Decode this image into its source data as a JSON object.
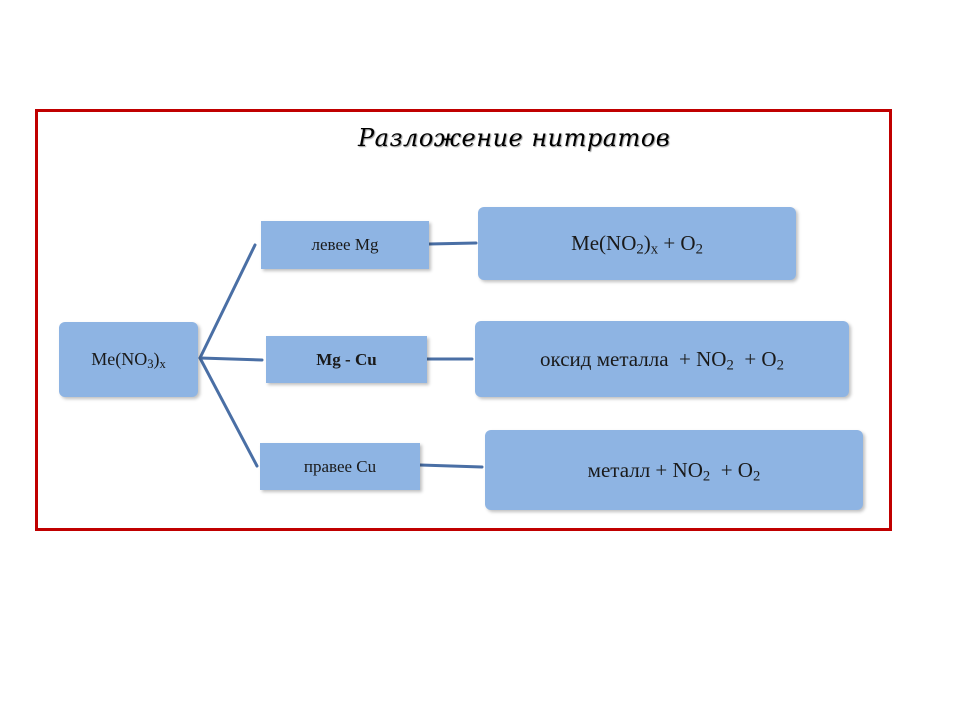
{
  "title": "Разложение нитратов",
  "root": {
    "prefix": "Me(NO",
    "sub1": "3",
    "mid": ")",
    "sub2": "x"
  },
  "branches": [
    {
      "condition": "левее Mg",
      "result": {
        "p1": "Me(NO",
        "s1": "2",
        "p2": ")",
        "s2": "x",
        "p3": " + O",
        "s3": "2"
      }
    },
    {
      "condition": "Mg - Cu",
      "result": {
        "p1": "оксид металла  + NO",
        "s1": "2",
        "p2": "  + O",
        "s2": "2"
      }
    },
    {
      "condition": "правее Cu",
      "result": {
        "p1": "металл + NO",
        "s1": "2",
        "p2": "  + O",
        "s2": "2"
      }
    }
  ],
  "colors": {
    "box_fill": "#8eb4e3",
    "connector": "#4a6fa5",
    "frame": "#c00000"
  }
}
